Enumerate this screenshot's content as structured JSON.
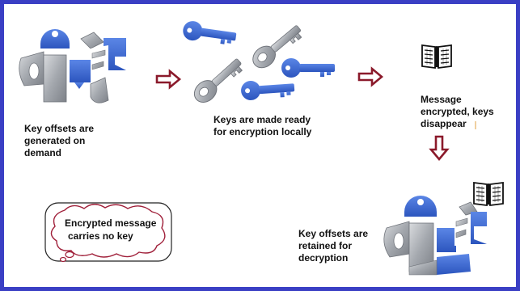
{
  "colors": {
    "frame": "#3a3fc4",
    "key_blue": "#3d6ad6",
    "key_gray": "#a9adb3",
    "arrow": "#8b1a2b",
    "cloud": "#a0203a"
  },
  "icons": {
    "book": "open-book-icon",
    "key": "key-icon",
    "arrow": "right-arrow-icon"
  },
  "steps": {
    "generated": "Key offsets are\ngenerated on\ndemand",
    "ready_line1": "Keys are made ready",
    "ready_line2": "for encryption  locally",
    "encrypted": "Message\nencrypted, keys\ndisappear",
    "retained": "Key offsets are\nretained for\ndecryption"
  },
  "cloud": {
    "line1": "Encrypted message",
    "line2": "carries no key"
  }
}
